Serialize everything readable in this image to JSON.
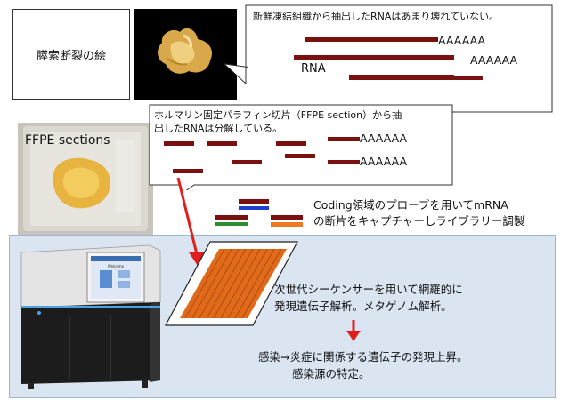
{
  "top_label": "膵索断裂の絵",
  "fresh_callout": "新鮮凍結組織から抽出したRNAはあまり壊れていない。",
  "fresh_poly_a": [
    "AAAAAA",
    "AAAAAA"
  ],
  "fresh_rna_label": "RNA",
  "ffpe_label": "FFPE sections",
  "ffpe_callout": [
    "ホルマリン固定パラフィン切片（FFPE section）から抽",
    "出したRNAは分解している。"
  ],
  "ffpe_poly_a": [
    "AAAAAA",
    "AAAAAA"
  ],
  "probe_text": [
    "Coding領域のプローブを用いてmRNA",
    "の断片をキャプチャーしライブラリー調製"
  ],
  "screen_title": "Welcome",
  "ngs_text": [
    "次世代シーケンサーを用いて網羅的に",
    "発現遺伝子解析。メタゲノム解析。"
  ],
  "result_text": [
    "感染→炎症に関係する遺伝子の発現上昇。",
    "感染源の特定。"
  ],
  "colors": {
    "rna": "#7b1010",
    "arrow": "#e0201c",
    "panel": "#dbe5f1",
    "flowcell": "#e06a1a",
    "probe_blue": "#1f3fd0",
    "probe_green": "#2e8b2e",
    "probe_orange": "#f07820"
  }
}
